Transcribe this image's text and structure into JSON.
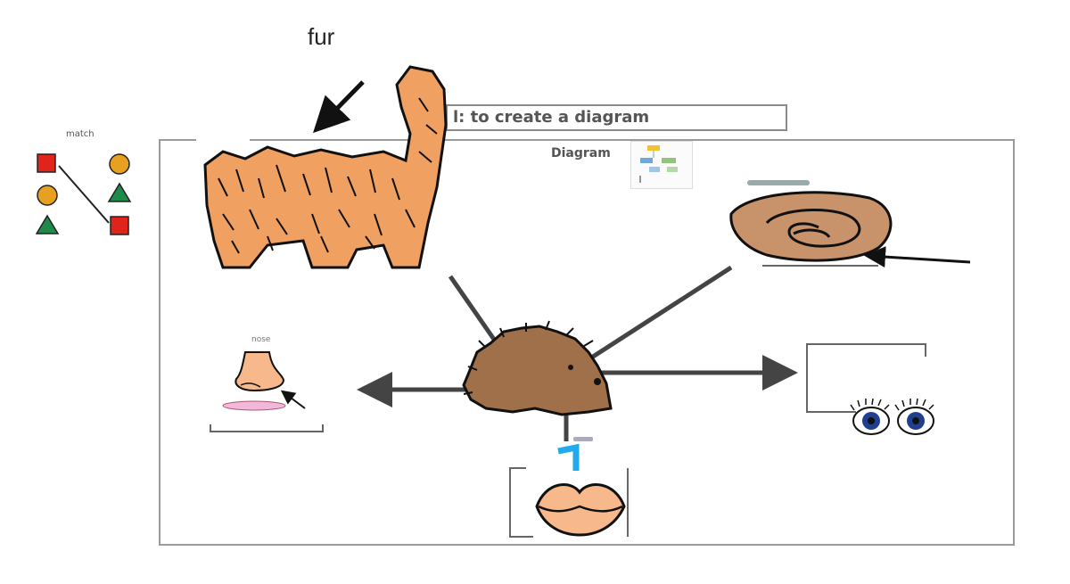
{
  "labels": {
    "fur": "fur",
    "title": "l: to create a diagram",
    "diagram": "Diagram",
    "match": "match",
    "nose": "nose"
  },
  "colors": {
    "frame": "#9a9a9a",
    "arrow": "#444444",
    "fur_orange": "#f0a060",
    "hedgehog_brown": "#a0704a",
    "ear_tan": "#c8926a",
    "lips": "#f7b98c",
    "eye_blue": "#1f3f8f",
    "red": "#e0241c",
    "yellow": "#e8a020",
    "green": "#1f8a4a",
    "cyan": "#22aaee"
  }
}
